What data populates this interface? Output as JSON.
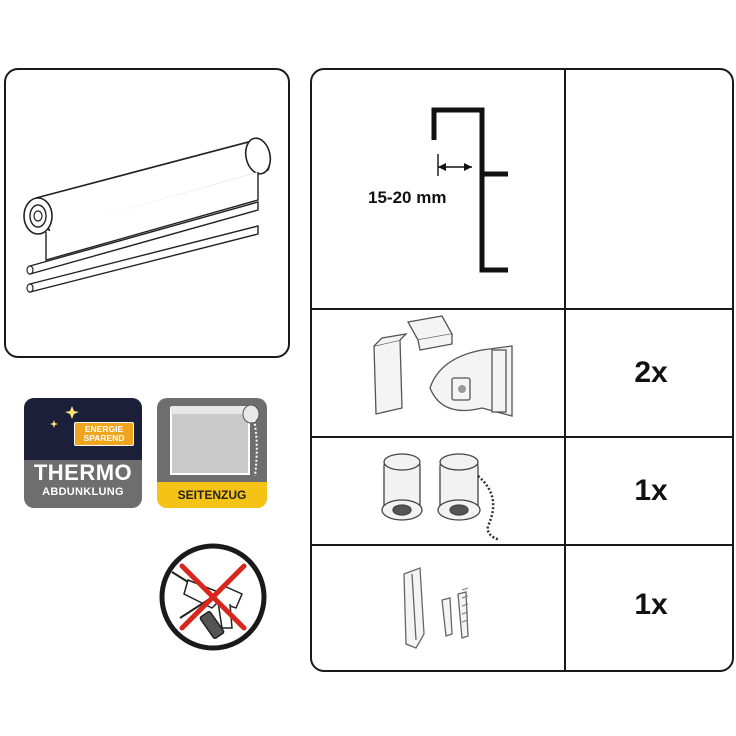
{
  "dimension_label": "15-20 mm",
  "badges": {
    "thermo": {
      "energie_line1": "ENERGIE",
      "energie_line2": "SPAREND",
      "title": "THERMO",
      "subtitle": "ABDUNKLUNG"
    },
    "seitenzug": {
      "label": "SEITENZUG"
    }
  },
  "parts": [
    {
      "name": "mounting-brackets",
      "quantity": "2x"
    },
    {
      "name": "end-caps-with-chain",
      "quantity": "1x"
    },
    {
      "name": "chain-holder-with-screws",
      "quantity": "1x"
    }
  ],
  "colors": {
    "outline": "#1a1a1a",
    "badge_gray": "#6e6e6e",
    "energie_orange": "#f0a51e",
    "seitenzug_yellow": "#f5c316",
    "no_drill_red": "#d9261c"
  },
  "icons": [
    "roller-blind-icon",
    "moon-stars-icon",
    "blind-chain-icon",
    "no-drilling-icon",
    "clamp-profile-icon",
    "bracket-icon",
    "end-cap-icon",
    "chain-holder-icon"
  ]
}
